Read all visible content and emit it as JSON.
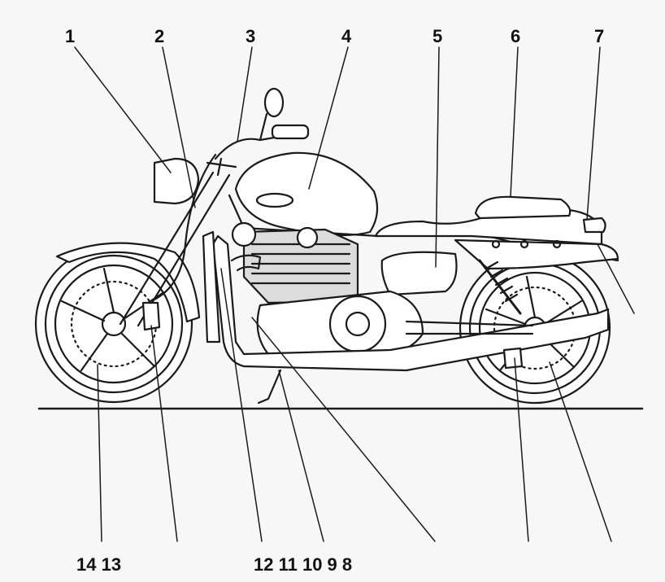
{
  "callouts_top": [
    "1",
    "2",
    "3",
    "4",
    "5",
    "6",
    "7"
  ],
  "callouts_bottom_left": "14 13",
  "callouts_bottom_right": "12 11 10 9 8",
  "colors": {
    "background": "#f7f7f7",
    "line": "#1a1a1a",
    "fill": "#ffffff",
    "shade": "#dcdcdc"
  }
}
